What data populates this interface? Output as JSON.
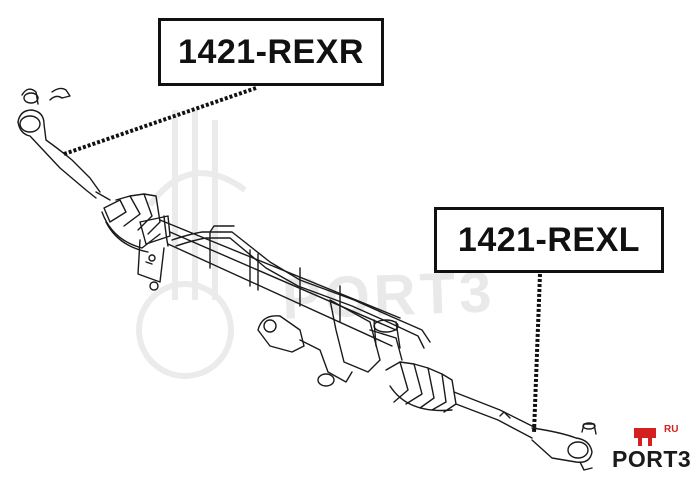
{
  "labels": {
    "right_part": "1421-REXR",
    "left_part": "1421-REXL"
  },
  "watermark": {
    "text": "PORT3",
    "sub": "RU"
  },
  "logo": {
    "text": "PORT3",
    "sub": "RU",
    "accent_color": "#d42020"
  },
  "colors": {
    "line": "#1a1a1a",
    "watermark": "#e6e6e6"
  }
}
